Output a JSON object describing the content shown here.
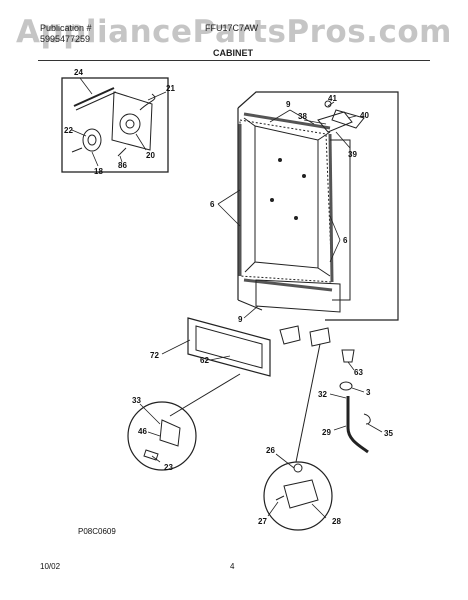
{
  "watermark": "AppliancePartsPros.com",
  "header": {
    "left_line1": "Publication #",
    "left_line2": "5995477259",
    "right_code": "FFU17C7AW",
    "section_title": "CABINET"
  },
  "callouts": [
    "24",
    "21",
    "22",
    "20",
    "86",
    "18",
    "9",
    "41",
    "38",
    "40",
    "39",
    "6",
    "6",
    "9",
    "72",
    "62",
    "63",
    "3",
    "32",
    "29",
    "35",
    "33",
    "46",
    "23",
    "26",
    "27",
    "28"
  ],
  "figure_code": "P08C0609",
  "footer": {
    "date": "10/02",
    "page": "4"
  }
}
